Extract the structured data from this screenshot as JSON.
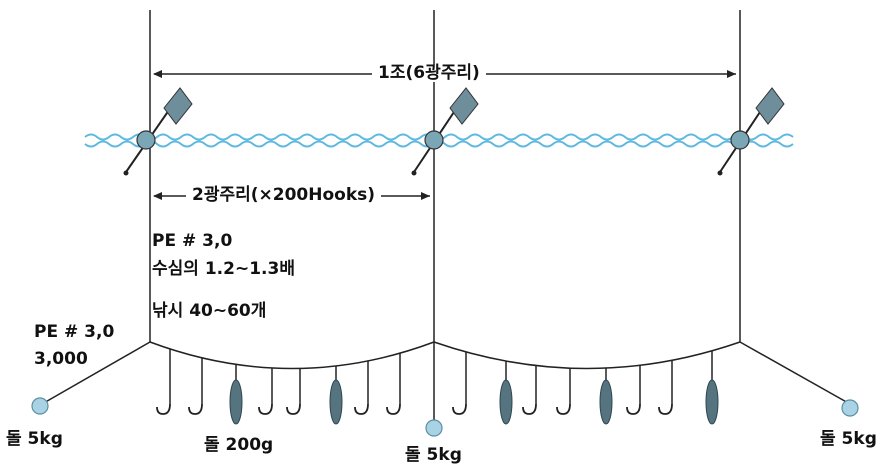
{
  "labels": {
    "set_span": "1조(6광주리)",
    "basket_span": "2광주리(×200Hooks)",
    "mainline_spec": "PE # 3,0",
    "mainline_ratio": "수심의 1.2~1.3배",
    "hook_count": "낚시 40~60개",
    "end_line_spec": "PE # 3,0",
    "end_line_length": "3,000",
    "stone_left": "돌 5kg",
    "stone_center": "돌 5kg",
    "stone_right": "돌 5kg",
    "sinker": "돌 200g"
  },
  "colors": {
    "line": "#222222",
    "water": "#5fb8e0",
    "buoy": "#7aa6b6",
    "flag": "#6f8e9c",
    "stone": "#a9d3e4",
    "weight": "#567480"
  },
  "icons": [
    "buoy-flag-icon",
    "hook-icon",
    "sinker-weight-icon",
    "stone-anchor-icon"
  ]
}
